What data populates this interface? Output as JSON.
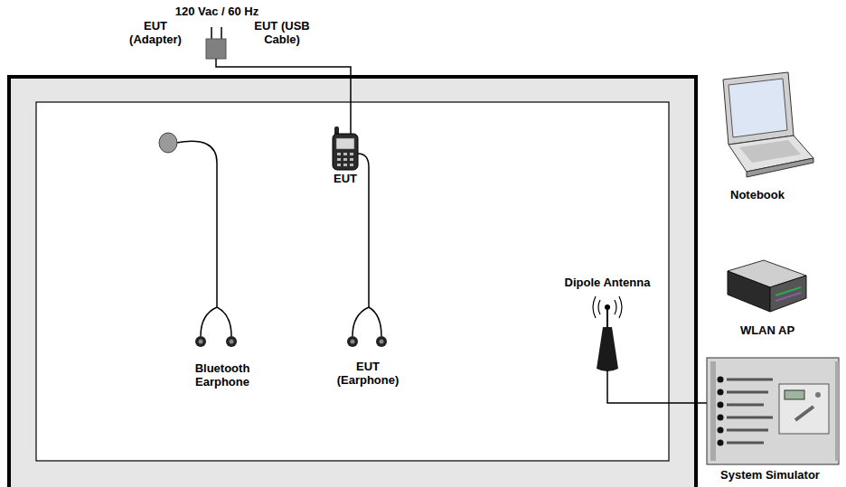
{
  "diagram": {
    "labels": [
      "120 Vac / 60 Hz",
      "EUT (Adapter)",
      "EUT (USB Cable)",
      "EUT",
      "Notebook",
      "Dipole Antenna",
      "WLAN AP",
      "Bluetooth Earphone",
      "EUT (Earphone)",
      "System Simulator"
    ]
  }
}
